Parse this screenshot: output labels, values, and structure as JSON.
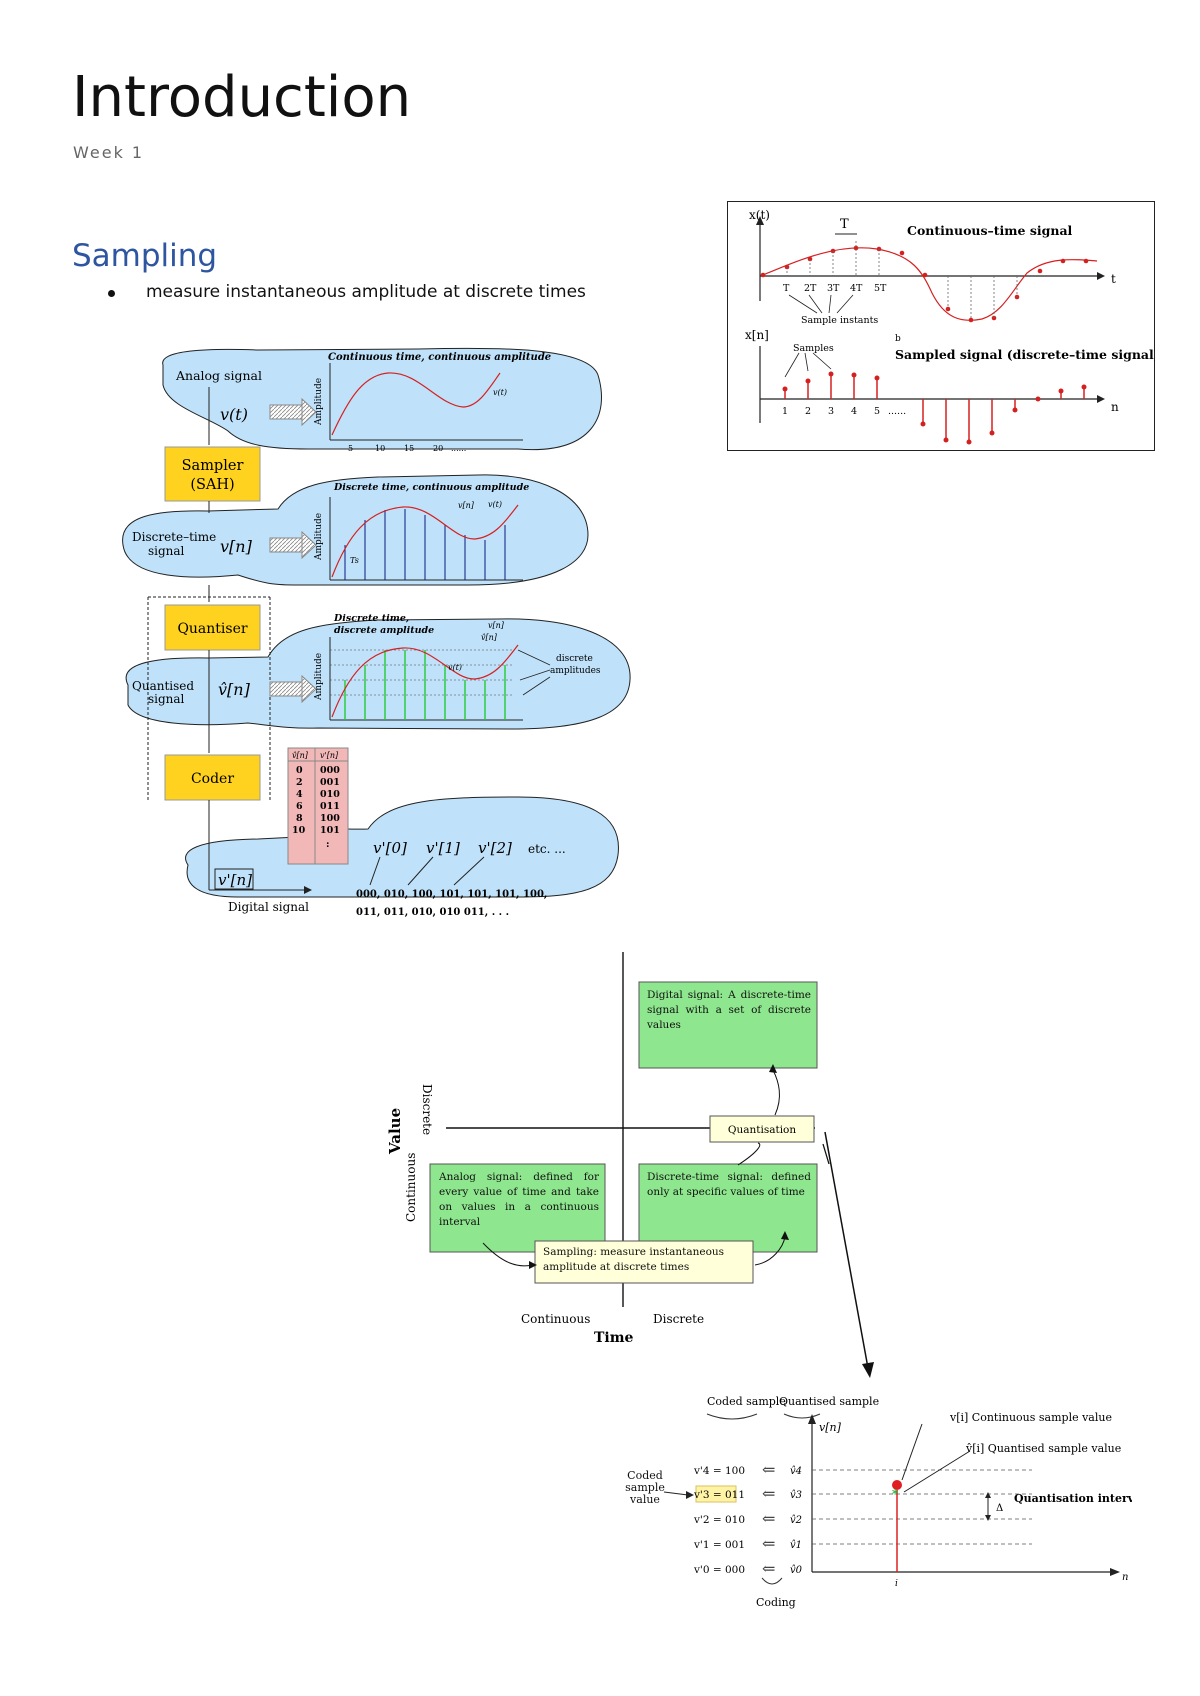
{
  "document": {
    "title": "Introduction",
    "subtitle": "Week 1",
    "section_heading": "Sampling",
    "bullets": [
      "measure instantaneous amplitude at discrete times"
    ]
  },
  "figure_signals": {
    "ct_x_axis_label": "x(t)",
    "ct_period": "T",
    "ct_title": "Continuous–time signal",
    "ct_t": "t",
    "ct_ticks": [
      "T",
      "2T",
      "3T",
      "4T",
      "5T"
    ],
    "ct_sample_instants": "Sample instants",
    "dt_y_label": "x[n]",
    "dt_samples": "Samples",
    "dt_title": "Sampled signal (discrete–time signal)",
    "dt_n": "n",
    "dt_ticks": [
      "1",
      "2",
      "3",
      "4",
      "5",
      "......"
    ],
    "dt_b": "b"
  },
  "figure_chain": {
    "analog_signal": "Analog signal",
    "v_t": "v(t)",
    "plot1_title": "Continuous time, continuous amplitude",
    "amplitude": "Amplitude",
    "plot1_curve_label": "v(t)",
    "plot1_ticks": [
      "5",
      "10",
      "15",
      "20",
      "......"
    ],
    "sampler": "Sampler",
    "sampler_sub": "(SAH)",
    "plot2_title": "Discrete time, continuous amplitude",
    "discrete_time_signal": "Discrete–time",
    "discrete_time_signal2": "signal",
    "v_n": "v[n]",
    "plot2_labels": [
      "v[n]",
      "v(t)"
    ],
    "ts": "Ts",
    "quantiser": "Quantiser",
    "plot3_title1": "Discrete time,",
    "plot3_title2": "discrete amplitude",
    "quantised_signal1": "Quantised",
    "quantised_signal2": "signal",
    "vhat_n": "v̂[n]",
    "plot3_labels": [
      "v[n]",
      "v̂[n]",
      "v(t)"
    ],
    "discrete_amplitudes1": "discrete",
    "discrete_amplitudes2": "amplitudes",
    "coder": "Coder",
    "code_table_headers": [
      "v̂[n]",
      "v'[n]"
    ],
    "code_table_rows": [
      [
        "0",
        "000"
      ],
      [
        "2",
        "001"
      ],
      [
        "4",
        "010"
      ],
      [
        "6",
        "011"
      ],
      [
        "8",
        "100"
      ],
      [
        "10",
        "101"
      ]
    ],
    "code_table_dots": ":",
    "vprime_n": "v'[n]",
    "digital_signal": "Digital signal",
    "vprime_labels": [
      "v'[0]",
      "v'[1]",
      "v'[2]",
      "etc. ..."
    ],
    "bitstream_line1": "000,  010,  100,  101,  101,  101,  100,",
    "bitstream_line2": "011,  011,  010,  010  011,  . . ."
  },
  "figure_quadrant": {
    "value_axis": "Value",
    "discrete": "Discrete",
    "continuous": "Continuous",
    "time_axis": "Time",
    "continuous_time": "Continuous",
    "discrete_time": "Discrete",
    "digital_box": "Digital signal: A discrete-time signal with a set of discrete values",
    "quantisation": "Quantisation",
    "analog_box": "Analog signal: defined for every value of time and take on values in a continuous interval",
    "dt_box": "Discrete-time signal: defined only at specific values of time",
    "sampling_box": "Sampling: measure instantaneous amplitude at discrete times"
  },
  "figure_coding": {
    "coded_sample": "Coded sample",
    "quantised_sample": "Quantised sample",
    "v_n_axis": "v[n]",
    "continuous_label": "v[i]  Continuous sample value",
    "quantised_label": "v̂[i]  Quantised sample value",
    "coded_sample_value": "Coded sample value",
    "codes": [
      "v'4 = 100",
      "v'3 = 011",
      "v'2 = 010",
      "v'1 = 001",
      "v'0 = 000"
    ],
    "levels": [
      "v̂4",
      "v̂3",
      "v̂2",
      "v̂1",
      "v̂0"
    ],
    "quantisation_interval": "Quantisation interval",
    "delta": "Δ",
    "coding": "Coding",
    "i_tick": "i",
    "n_axis": "n"
  }
}
